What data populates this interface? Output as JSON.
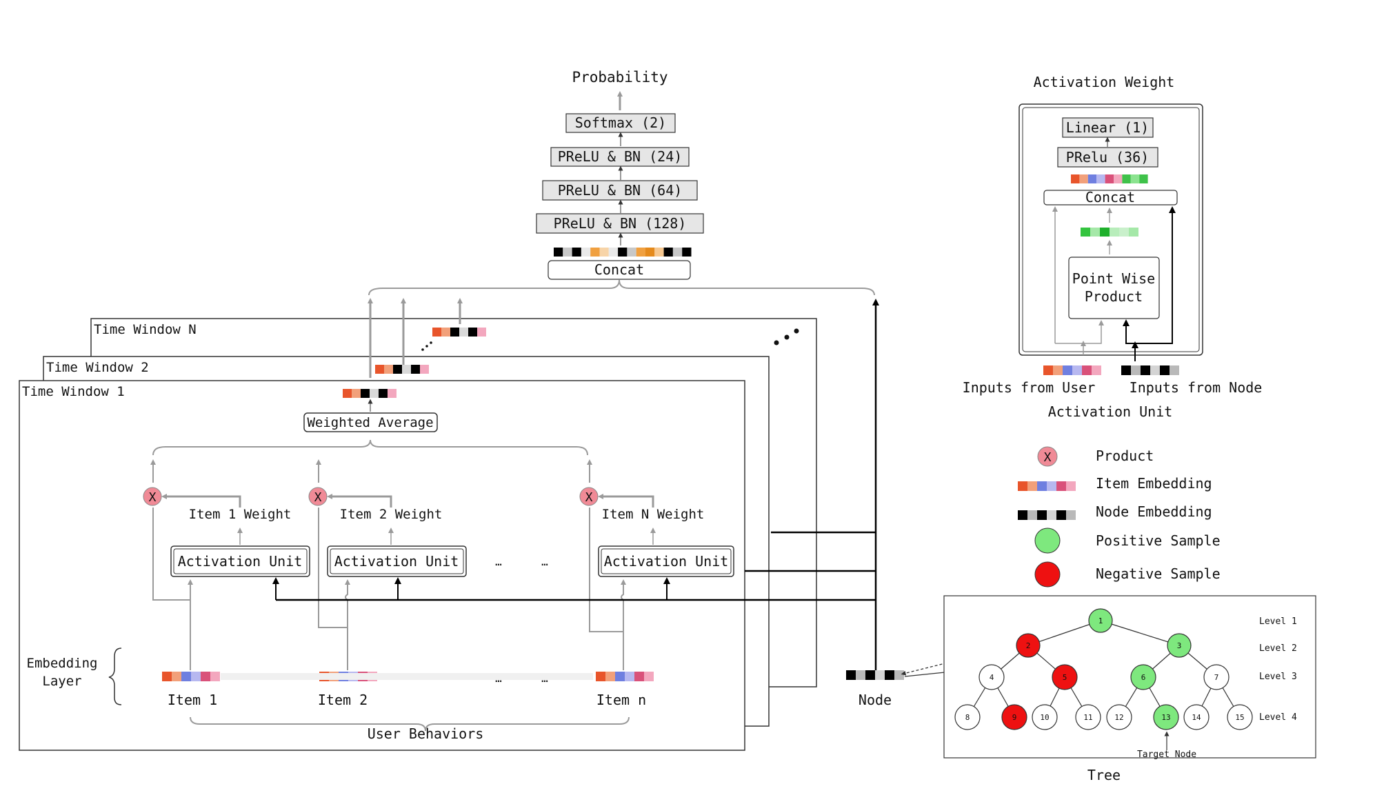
{
  "colors": {
    "item_embedding": [
      "#e8552b",
      "#f2a07a",
      "#6f7fe0",
      "#b7b8f0",
      "#d9517a",
      "#f3a7be"
    ],
    "node_embedding": [
      "#000000",
      "#b9b9b9",
      "#000000",
      "#d4d4d4",
      "#000000",
      "#b9b9b9"
    ],
    "concat_main": [
      "#000000",
      "#c8c8c8",
      "#000000",
      "#e9e9e9",
      "#f0a040",
      "#f7d4a8",
      "#e9e9e9",
      "#000000",
      "#c8c8c8",
      "#f0a040",
      "#e58a1c",
      "#f7c890",
      "#000000",
      "#c8c8c8",
      "#000000"
    ],
    "concat_au": [
      "#e8552b",
      "#f2a07a",
      "#6f7fe0",
      "#b7b8f0",
      "#d9517a",
      "#f3a7be",
      "#3fc24a",
      "#8be38f",
      "#3fc24a"
    ],
    "pointwise_out": [
      "#34c43f",
      "#a5e8a8",
      "#1fb02c",
      "#b8edbb",
      "#c9f0cb",
      "#a5e8a8"
    ],
    "positive": "#7ee87e",
    "negative": "#ee1111",
    "product": "#f08a96",
    "layer_box": "#e6e6e6"
  },
  "mlp": {
    "output": "Probability",
    "layers": [
      "Softmax (2)",
      "PReLU & BN (24)",
      "PReLU & BN (64)",
      "PReLU & BN (128)"
    ],
    "concat": "Concat"
  },
  "time_windows": [
    "Time Window N",
    "Time Window 2",
    "Time Window 1"
  ],
  "weighted_average": "Weighted Average",
  "weights": [
    "Item 1 Weight",
    "Item 2 Weight",
    "Item N Weight"
  ],
  "activation_unit_label": "Activation Unit",
  "ellipsis": "…",
  "product_symbol": "X",
  "embedding_layer": "Embedding\nLayer",
  "items": [
    "Item 1",
    "Item 2",
    "Item n"
  ],
  "user_behaviors": "User Behaviors",
  "node_label": "Node",
  "activation_unit": {
    "title": "Activation Weight",
    "linear": "Linear (1)",
    "prelu": "PRelu (36)",
    "concat": "Concat",
    "pointwise": "Point Wise\nProduct",
    "inputs_user": "Inputs from User",
    "inputs_node": "Inputs from Node",
    "caption": "Activation Unit"
  },
  "legend": {
    "product": "Product",
    "item_embedding": "Item Embedding",
    "node_embedding": "Node Embedding",
    "positive": "Positive Sample",
    "negative": "Negative Sample"
  },
  "tree": {
    "levels": [
      "Level 1",
      "Level 2",
      "Level 3",
      "Level 4"
    ],
    "nodes": [
      "1",
      "2",
      "3",
      "4",
      "5",
      "6",
      "7",
      "8",
      "9",
      "10",
      "11",
      "12",
      "13",
      "14",
      "15"
    ],
    "positive_nodes": [
      "1",
      "3",
      "6",
      "13"
    ],
    "negative_nodes": [
      "2",
      "5",
      "9"
    ],
    "target_label": "Target Node",
    "caption": "Tree"
  }
}
